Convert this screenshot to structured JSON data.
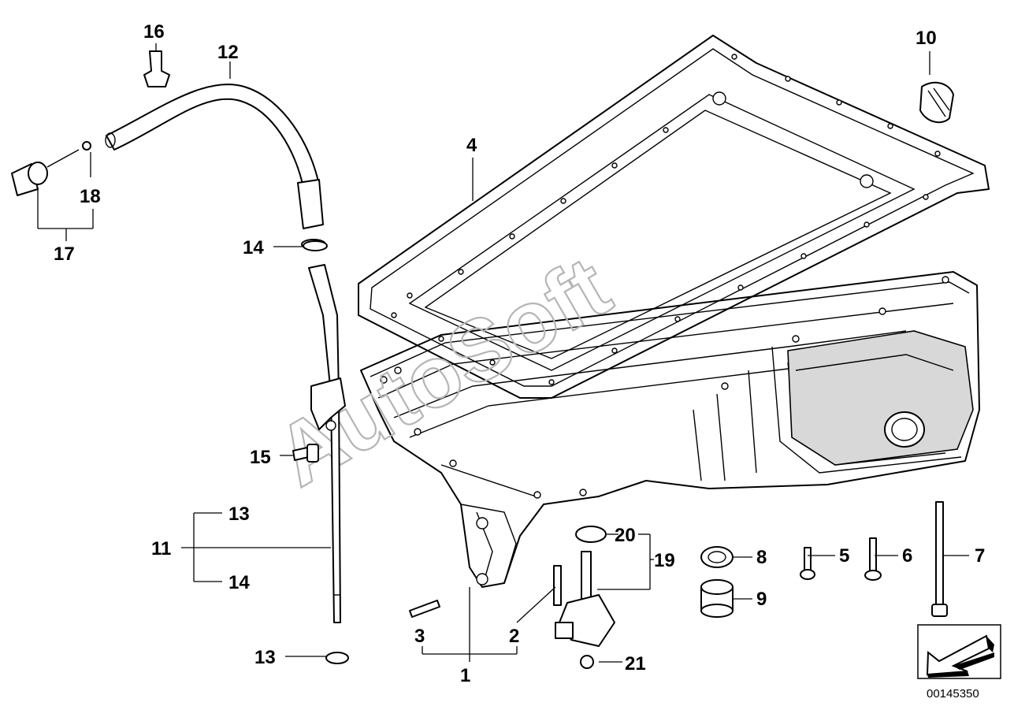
{
  "diagram": {
    "watermark": "AutoSoft",
    "diagram_number": "00145350",
    "callouts": {
      "c1": "1",
      "c2": "2",
      "c3": "3",
      "c4": "4",
      "c5": "5",
      "c6": "6",
      "c7": "7",
      "c8": "8",
      "c9": "9",
      "c10": "10",
      "c11": "11",
      "c12": "12",
      "c13a": "13",
      "c13b": "13",
      "c14a": "14",
      "c14b": "14",
      "c15": "15",
      "c16": "16",
      "c17": "17",
      "c18": "18",
      "c19": "19",
      "c20": "20",
      "c21": "21"
    }
  }
}
